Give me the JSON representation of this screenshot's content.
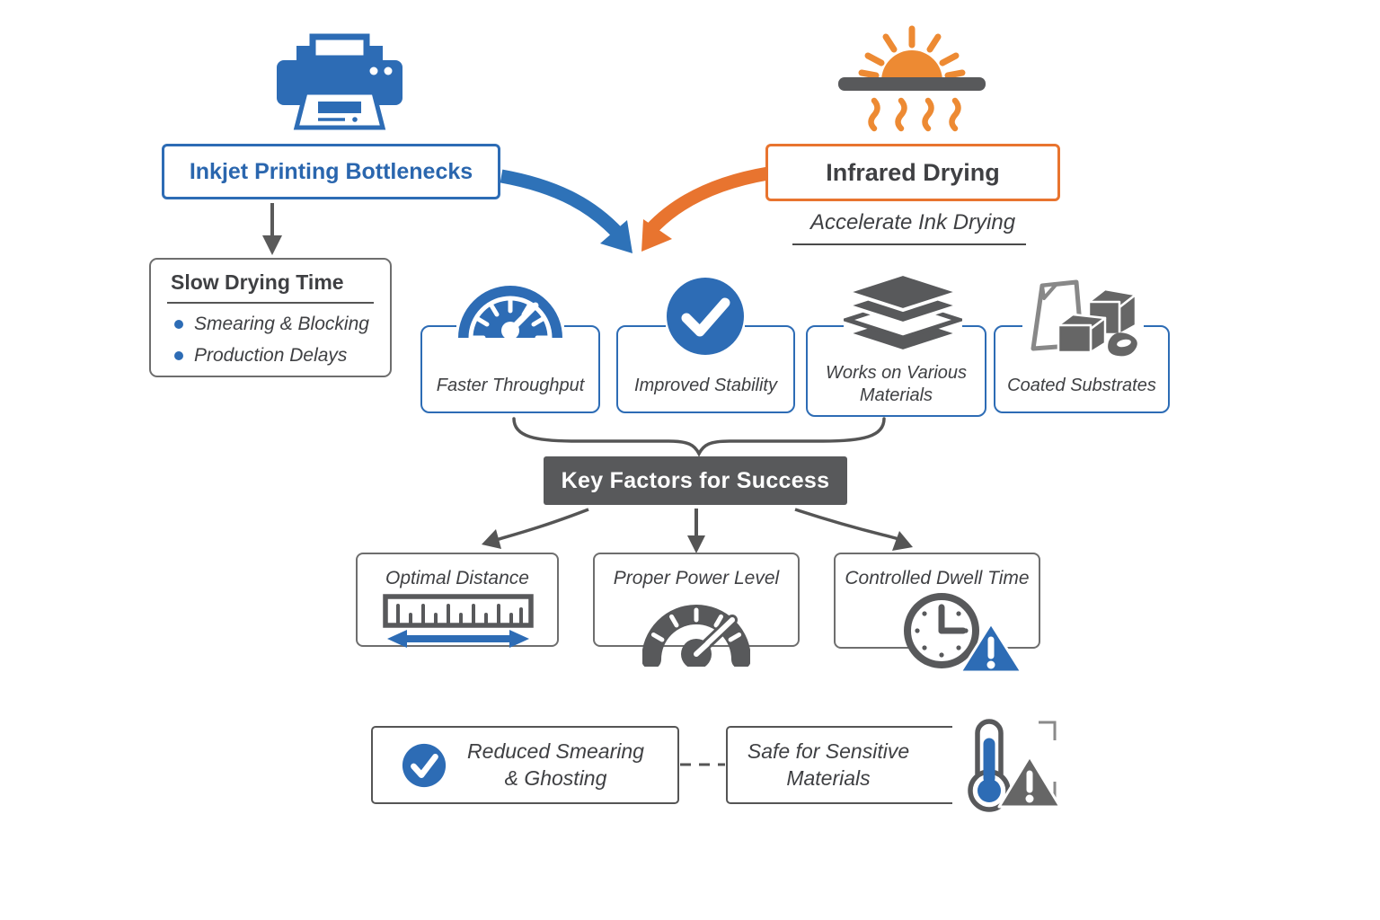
{
  "palette": {
    "blue": "#2d6cb5",
    "blue_arrow": "#2e72b8",
    "blue_text": "#2a66ae",
    "orange": "#e8742f",
    "sun_orange": "#ed8a33",
    "dark": "#58595b",
    "gray_border": "#6e6e6e"
  },
  "problem": {
    "title": "Inkjet Printing Bottlenecks",
    "issue_title": "Slow Drying Time",
    "issue_bullets": [
      "Smearing & Blocking",
      "Production Delays"
    ]
  },
  "solution": {
    "title": "Infrared Drying",
    "subtitle": "Accelerate Ink Drying"
  },
  "benefits": [
    {
      "label": "Faster Throughput",
      "icon": "gauge-icon"
    },
    {
      "label": "Improved Stability",
      "icon": "check-circle-icon"
    },
    {
      "label": "Works on Various Materials",
      "icon": "layers-icon"
    },
    {
      "label": "Coated Substrates",
      "icon": "substrates-icon"
    }
  ],
  "key_factors": {
    "title": "Key Factors for Success",
    "items": [
      {
        "label": "Optimal Distance",
        "icon": "ruler-distance-icon"
      },
      {
        "label": "Proper Power Level",
        "icon": "power-gauge-icon"
      },
      {
        "label": "Controlled Dwell Time",
        "icon": "clock-warning-icon"
      }
    ]
  },
  "outcomes": [
    {
      "label": "Reduced Smearing & Ghosting",
      "icon": "check-circle-icon"
    },
    {
      "label": "Safe for Sensitive Materials",
      "icon": "thermometer-warning-icon"
    }
  ]
}
